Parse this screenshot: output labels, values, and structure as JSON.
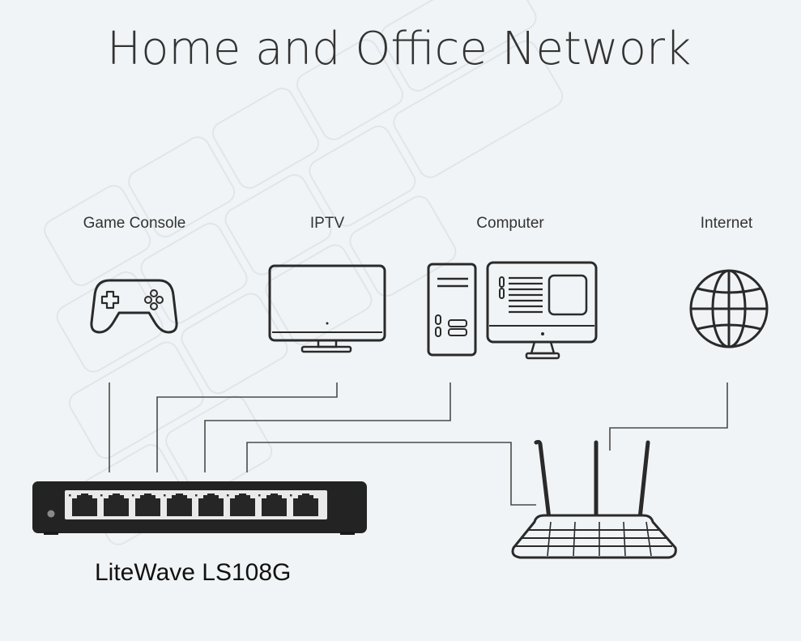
{
  "title": "Home and Office Network",
  "devices": [
    {
      "id": "game-console",
      "label": "Game Console",
      "icon": "gamepad-icon"
    },
    {
      "id": "iptv",
      "label": "IPTV",
      "icon": "tv-icon"
    },
    {
      "id": "computer",
      "label": "Computer",
      "icon": "desktop-computer-icon"
    },
    {
      "id": "internet",
      "label": "Internet",
      "icon": "globe-icon"
    }
  ],
  "switch": {
    "name": "LiteWave LS108G",
    "port_count": 8,
    "icon": "network-switch-icon"
  },
  "router": {
    "icon": "wireless-router-icon"
  },
  "colors": {
    "background": "#f1f4f6",
    "line": "#4a4a4a",
    "switch_body": "#232323",
    "port_panel": "#e9e9e9"
  }
}
